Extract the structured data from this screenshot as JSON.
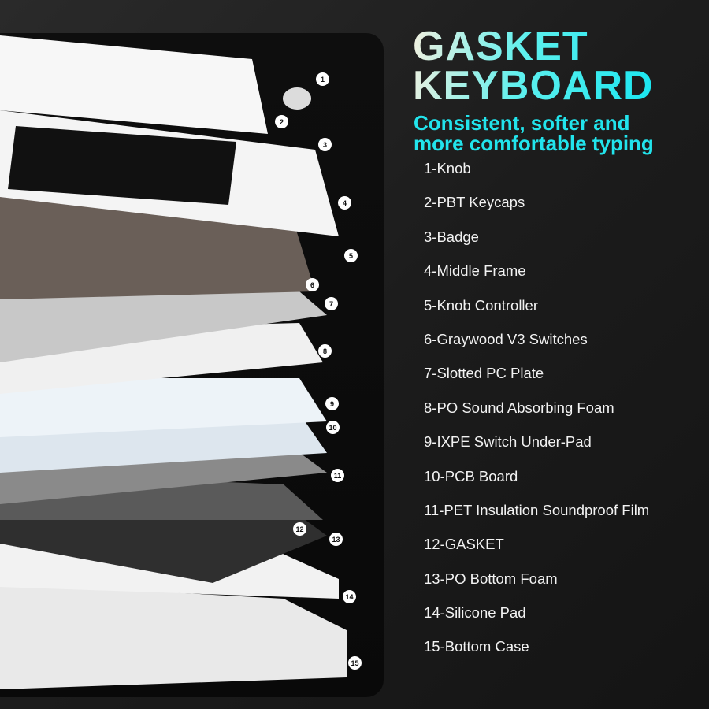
{
  "title": {
    "line1": "GASKET",
    "line2": "KEYBOARD"
  },
  "subtitle": {
    "line1": "Consistent, softer and",
    "line2": "more comfortable typing"
  },
  "parts": [
    "1-Knob",
    "2-PBT Keycaps",
    "3-Badge",
    "4-Middle Frame",
    "5-Knob Controller",
    "6-Graywood V3 Switches",
    "7-Slotted PC Plate",
    "8-PO Sound Absorbing Foam",
    "9-IXPE Switch Under-Pad",
    "10-PCB Board",
    "11-PET Insulation Soundproof Film",
    "12-GASKET",
    "13-PO Bottom Foam",
    "14-Silicone Pad",
    "15-Bottom Case"
  ],
  "markers": [
    "1",
    "2",
    "3",
    "4",
    "5",
    "6",
    "7",
    "8",
    "9",
    "10",
    "11",
    "12",
    "13",
    "14",
    "15"
  ],
  "colors": {
    "accent": "#22e4ec",
    "panel": "#0b0b0b"
  }
}
